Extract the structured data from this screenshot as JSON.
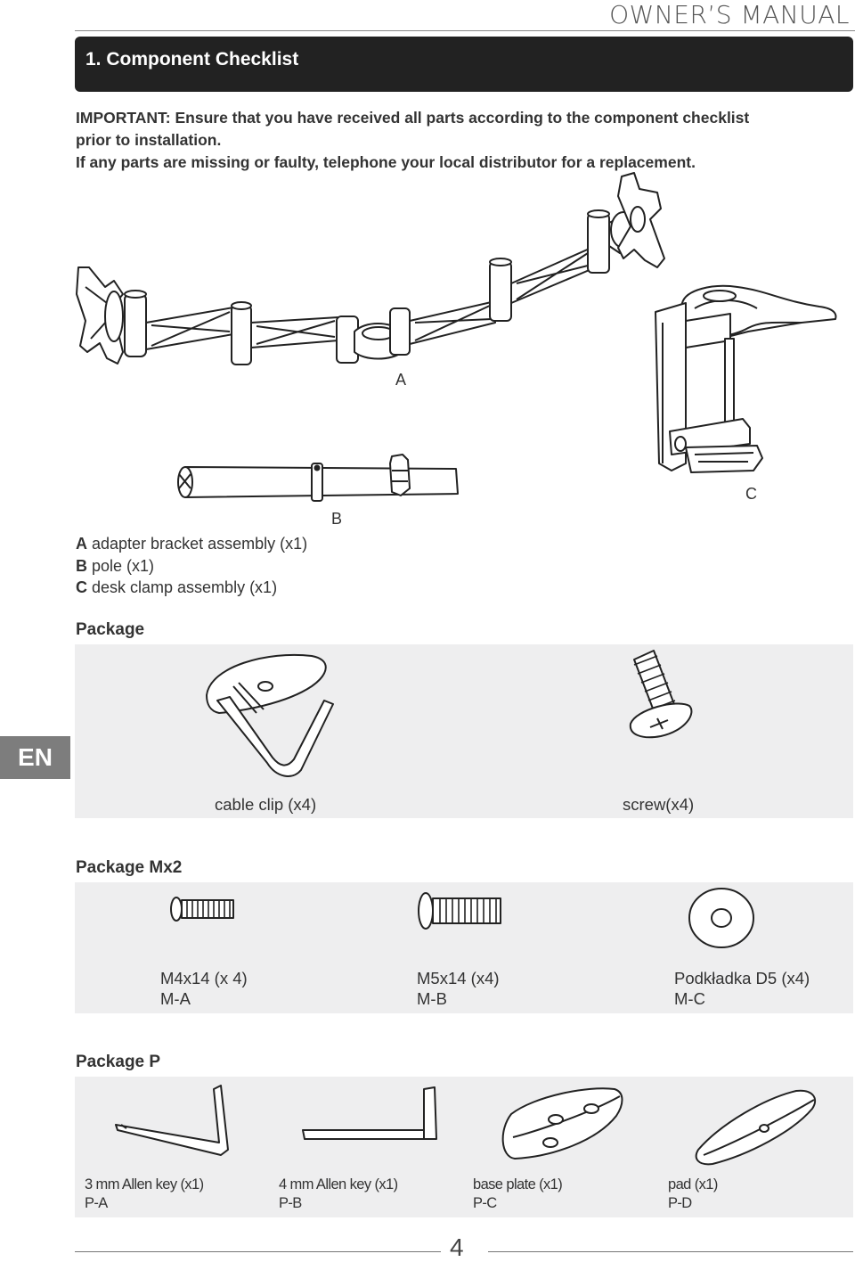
{
  "header": {
    "title": "OWNER’S MANUAL"
  },
  "section": {
    "title": "1. Component Checklist"
  },
  "notice": {
    "line1": "IMPORTANT: Ensure that you have received all parts according to the component checklist",
    "line2": "prior to installation.",
    "line3": "If any parts are missing or faulty, telephone your local distributor for a replacement."
  },
  "components": {
    "labels": {
      "a": "A",
      "b": "B",
      "c": "C"
    },
    "legend": [
      {
        "key": "A",
        "text": " adapter bracket assembly (x1)"
      },
      {
        "key": "B",
        "text": " pole (x1)"
      },
      {
        "key": "C",
        "text": " desk clamp assembly (x1)"
      }
    ]
  },
  "package": {
    "title": "Package",
    "items": [
      {
        "caption": "cable clip (x4)"
      },
      {
        "caption": "screw(x4)"
      }
    ]
  },
  "package_m": {
    "title": "Package Mx2",
    "items": [
      {
        "name": "M4x14 (x 4)",
        "code": "M-A"
      },
      {
        "name": "M5x14 (x4)",
        "code": "M-B"
      },
      {
        "name": "Podkładka D5 (x4)",
        "code": "M-C"
      }
    ]
  },
  "package_p": {
    "title": "Package P",
    "items": [
      {
        "name": "3 mm Allen key (x1)",
        "code": "P-A"
      },
      {
        "name": "4 mm Allen key (x1)",
        "code": "P-B"
      },
      {
        "name": "base plate (x1)",
        "code": "P-C"
      },
      {
        "name": "pad (x1)",
        "code": "P-D"
      }
    ]
  },
  "language_tab": "EN",
  "footer": {
    "page_number": "4"
  }
}
